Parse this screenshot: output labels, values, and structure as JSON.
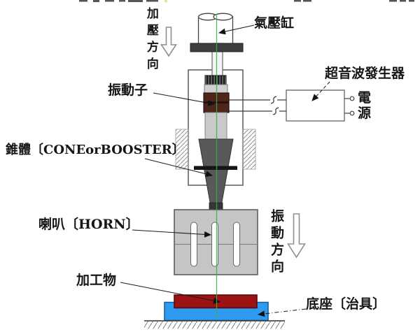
{
  "labels": {
    "pressure_direction": "加壓方向",
    "pneumatic_cylinder": "氣壓缸",
    "vibrator": "振動子",
    "ultrasonic_generator": "超音波發生器",
    "power_top": "電",
    "power_bottom": "源",
    "cone": "錐體〔CONEorBOOSTER〕",
    "horn": "喇叭〔HORN〕",
    "vibration_direction": "振動方向",
    "workpiece": "加工物",
    "base": "底座〔治具〕"
  },
  "colors": {
    "workpiece_red": "#9c1313",
    "base_blue": "#2e9bf0",
    "booster_gray": "#595959",
    "horn_gray": "#c5c5c5",
    "piezo_brown": "#4f241a",
    "center_line_green": "#3cb043",
    "plate_dark": "#3f3f3f"
  }
}
